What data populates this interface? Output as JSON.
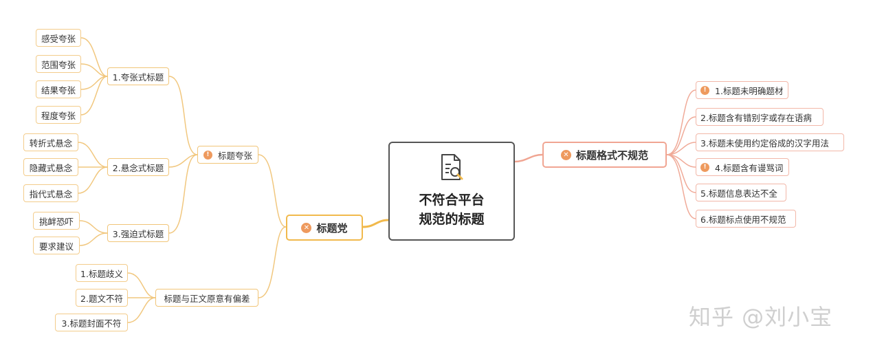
{
  "root": {
    "line1": "不符合平台",
    "line2": "规范的标题",
    "icon": "document-search-icon"
  },
  "left": {
    "title": "标题党",
    "exaggeration": {
      "title": "标题夸张",
      "types": [
        {
          "label": "1.夸张式标题",
          "items": [
            "感受夸张",
            "范围夸张",
            "结果夸张",
            "程度夸张"
          ]
        },
        {
          "label": "2.悬念式标题",
          "items": [
            "转折式悬念",
            "隐藏式悬念",
            "指代式悬念"
          ]
        },
        {
          "label": "3.强迫式标题",
          "items": [
            "挑衅恐吓",
            "要求建议"
          ]
        }
      ]
    },
    "deviation": {
      "title": "标题与正文原意有偏差",
      "items": [
        "1.标题歧义",
        "2.题文不符",
        "3.标题封面不符"
      ]
    }
  },
  "right": {
    "title": "标题格式不规范",
    "items": [
      {
        "label": "1.标题未明确题材",
        "warn": true
      },
      {
        "label": "2.标题含有错别字或存在语病",
        "warn": false
      },
      {
        "label": "3.标题未使用约定俗成的汉字用法",
        "warn": false
      },
      {
        "label": "4.标题含有谩骂词",
        "warn": true
      },
      {
        "label": "5.标题信息表达不全",
        "warn": false
      },
      {
        "label": "6.标题标点使用不规范",
        "warn": false
      }
    ]
  },
  "watermark": "知乎 @刘小宝",
  "colors": {
    "orange_line": "#f1c77e",
    "red_line": "#f0aa98",
    "badge": "#ee9a5e",
    "root_border": "#555555"
  }
}
